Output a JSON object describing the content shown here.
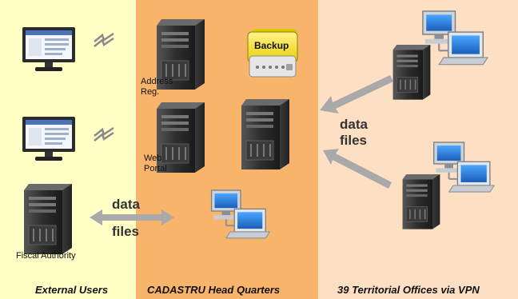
{
  "zones": {
    "external": "External Users",
    "headquarters": "CADASTRU Head Quarters",
    "territorial": "39 Territorial Offices via VPN"
  },
  "labels": {
    "address_reg": "Address Reg.",
    "web_portal": "Web Portal",
    "backup": "Backup",
    "fiscal_authority": "Fiscal Authority",
    "data_files_left_1": "data",
    "data_files_left_2": "files",
    "data_files_right_1": "data",
    "data_files_right_2": "files"
  },
  "colors": {
    "external_bg": "#ffffc6",
    "hq_bg": "#f9b46c",
    "territorial_bg": "#fddfc3",
    "arrow": "#a9a9a9",
    "backup_yellow": "#f7e600"
  }
}
